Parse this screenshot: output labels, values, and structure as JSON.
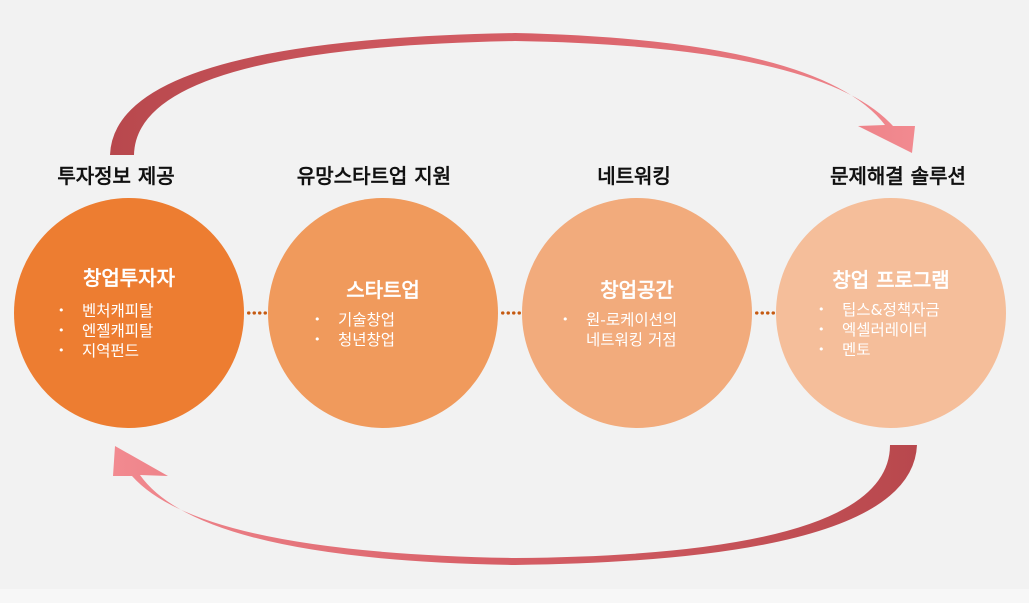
{
  "stages": [
    {
      "header": "투자정보 제공",
      "title": "창업투자자",
      "items": [
        "벤처캐피탈",
        "엔젤캐피탈",
        "지역펀드"
      ],
      "color": "#ed7d31"
    },
    {
      "header": "유망스타트업 지원",
      "title": "스타트업",
      "items": [
        "기술창업",
        "청년창업"
      ],
      "color": "#f09a5c"
    },
    {
      "header": "네트워킹",
      "title": "창업공간",
      "items": [
        "원-로케이션의",
        "네트워킹 거점"
      ],
      "color": "#f2ab7c"
    },
    {
      "header": "문제해결 솔루션",
      "title": "창업 프로그램",
      "items": [
        "팁스&정책자금",
        "엑셀러레이터",
        "멘토"
      ],
      "color": "#f5be9a"
    }
  ],
  "colors": {
    "arrow_dark": "#c0504d",
    "arrow_light": "#f4a0a4",
    "connector": "#c55a11"
  }
}
